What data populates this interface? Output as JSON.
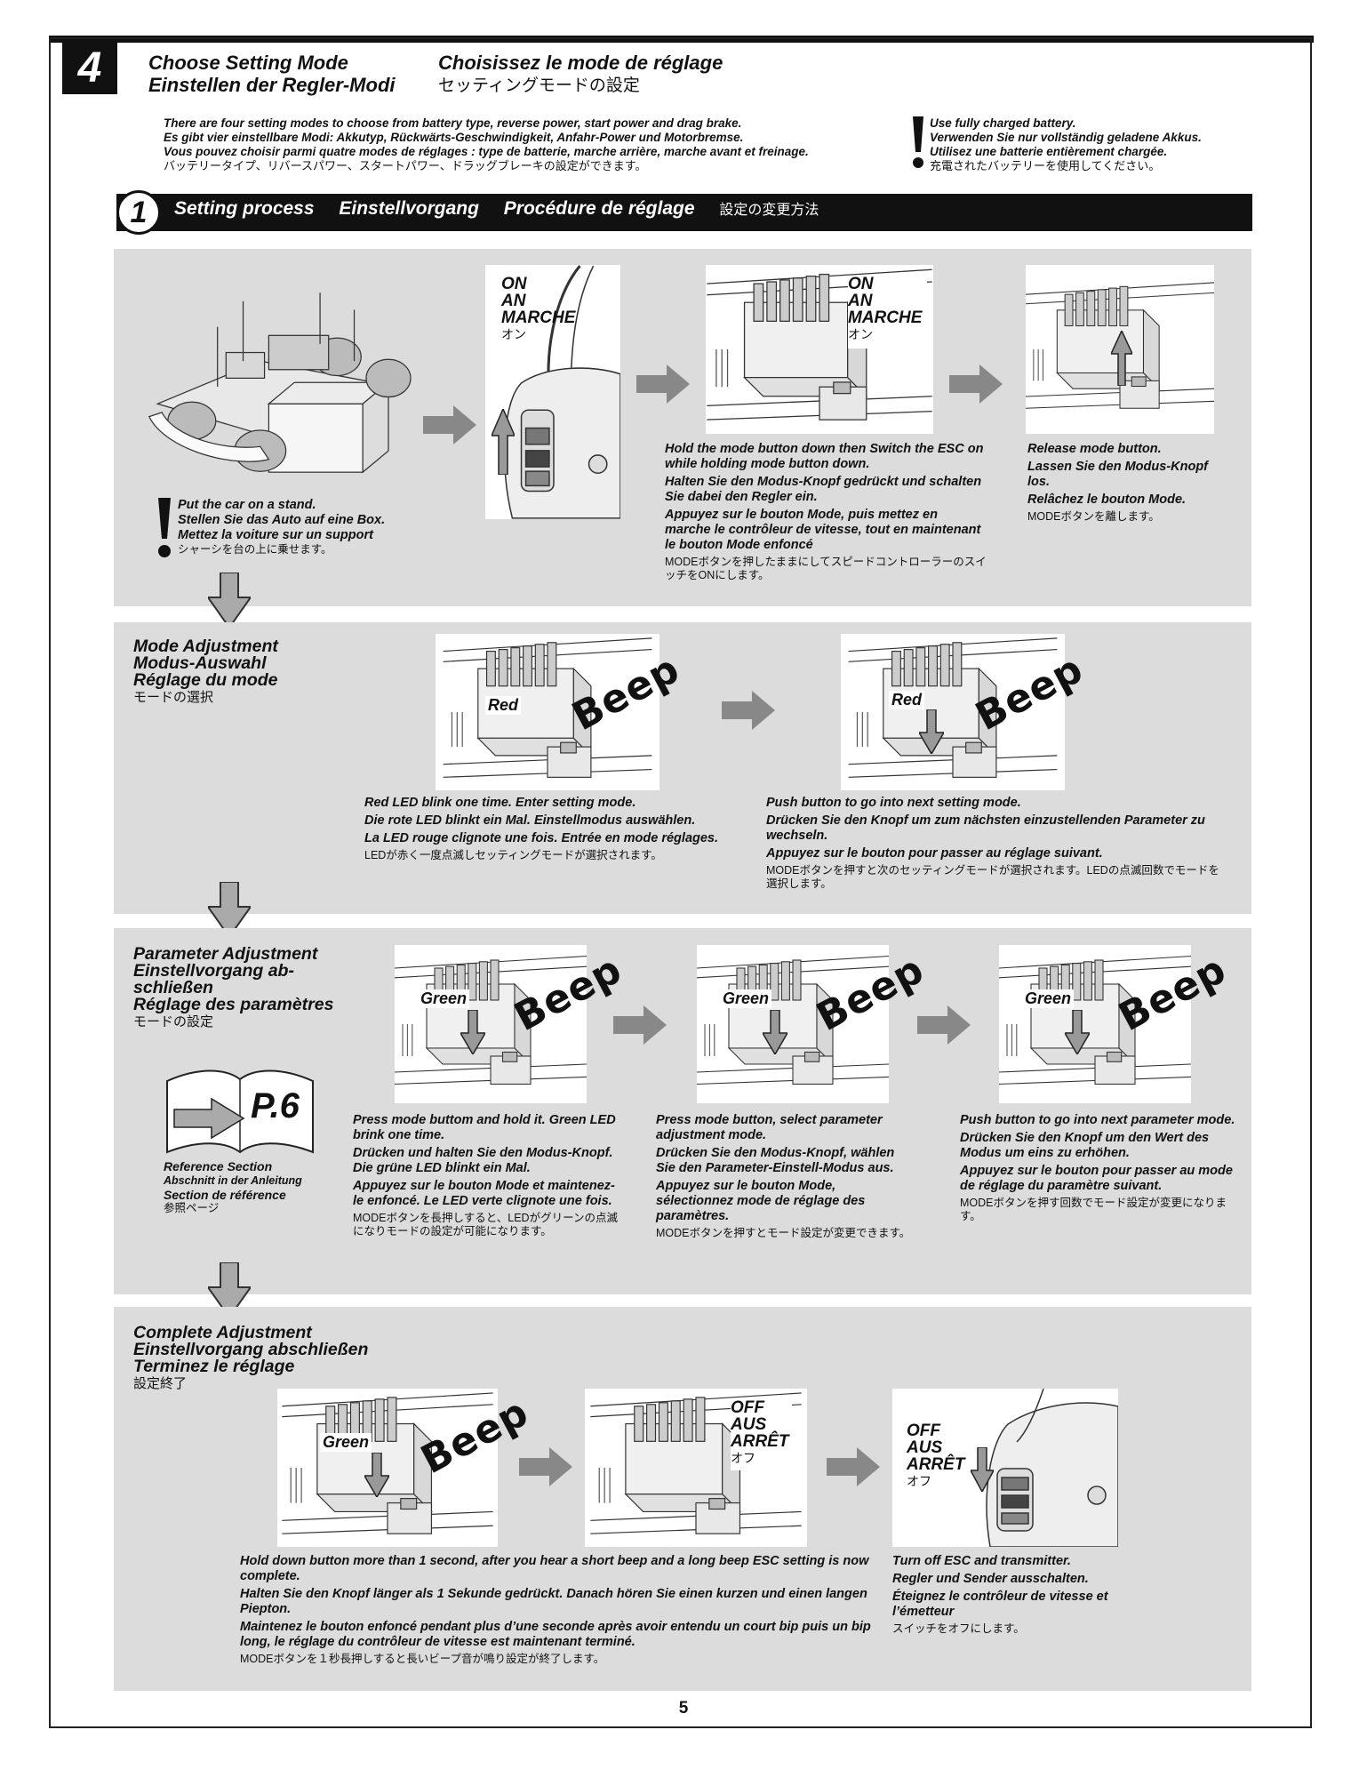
{
  "step_number": "4",
  "header": {
    "en": "Choose Setting Mode",
    "de": "Einstellen der Regler-Modi",
    "fr": "Choisissez le mode de réglage",
    "jp": "セッティングモードの設定"
  },
  "intro": {
    "en": "There are four setting modes to choose from battery type, reverse power, start power and drag brake.",
    "de": "Es gibt vier einstellbare Modi: Akkutyp, Rückwärts-Geschwindigkeit, Anfahr-Power und Motorbremse.",
    "fr": "Vous pouvez choisir parmi quatre modes de réglages : type de batterie, marche arrière, marche avant et freinage.",
    "jp": "バッテリータイプ、リバースパワー、スタートパワー、ドラッグブレーキの設定ができます。"
  },
  "warning": {
    "en": "Use fully charged battery.",
    "de": "Verwenden Sie nur vollständig geladene Akkus.",
    "fr": "Utilisez une batterie entièrement chargée.",
    "jp": "充電されたバッテリーを使用してください。"
  },
  "section": {
    "number": "1",
    "en": "Setting process",
    "de": "Einstellvorgang",
    "fr": "Procédure de réglage",
    "jp": "設定の変更方法"
  },
  "labels": {
    "on": [
      "ON",
      "AN",
      "MARCHE",
      "オン"
    ],
    "off": [
      "OFF",
      "AUS",
      "ARRÊT",
      "オフ"
    ],
    "red": "Red",
    "green": "Green",
    "beep": "Beep",
    "ref_page": "P.6"
  },
  "panel1": {
    "stand": {
      "en": "Put the car on a stand.",
      "de": "Stellen Sie das Auto auf eine Box.",
      "fr": "Mettez la voiture sur un support",
      "jp": "シャーシを台の上に乗せます。"
    },
    "hold": {
      "en": "Hold the mode button down then Switch the ESC on while holding mode button down.",
      "de": "Halten Sie den Modus-Knopf gedrückt und schalten Sie dabei den Regler ein.",
      "fr": "Appuyez sur le bouton Mode, puis mettez en marche le contrôleur de vitesse, tout en maintenant le bouton Mode enfoncé",
      "jp": "MODEボタンを押したままにしてスピードコントローラーのスイッチをONにします。"
    },
    "release": {
      "en": "Release mode button.",
      "de": "Lassen Sie den Modus-Knopf los.",
      "fr": "Relâchez le bouton Mode.",
      "jp": "MODEボタンを離します。"
    }
  },
  "panel2": {
    "title": {
      "en": "Mode Adjustment",
      "de": "Modus-Auswahl",
      "fr": "Réglage du mode",
      "jp": "モードの選択"
    },
    "a": {
      "en": "Red LED blink one time. Enter setting mode.",
      "de": "Die rote LED blinkt ein Mal. Einstellmodus auswählen.",
      "fr": "La LED rouge clignote une fois. Entrée en mode réglages.",
      "jp": "LEDが赤く一度点滅しセッティングモードが選択されます。"
    },
    "b": {
      "en": "Push button to go into next setting mode.",
      "de": "Drücken Sie den Knopf um zum nächsten einzustellenden Parameter zu wechseln.",
      "fr": "Appuyez sur le bouton pour passer au réglage suivant.",
      "jp": "MODEボタンを押すと次のセッティングモードが選択されます。LEDの点滅回数でモードを選択します。"
    }
  },
  "panel3": {
    "title": {
      "en": "Parameter Adjustment",
      "de": "Einstellvorgang ab-schließen",
      "fr": "Réglage des paramètres",
      "jp": "モードの設定"
    },
    "ref": {
      "en": "Reference Section",
      "de": "Abschnitt in der Anleitung",
      "fr": "Section de référence",
      "jp": "参照ページ"
    },
    "a": {
      "en": "Press mode buttom and hold it. Green LED brink one time.",
      "de": "Drücken und halten Sie den Modus-Knopf. Die grüne LED blinkt ein Mal.",
      "fr": "Appuyez sur le bouton Mode et maintenez-le enfoncé. Le LED verte clignote une fois.",
      "jp": "MODEボタンを長押しすると、LEDがグリーンの点滅になりモードの設定が可能になります。"
    },
    "b": {
      "en": "Press mode button, select parameter adjustment mode.",
      "de": "Drücken Sie den Modus-Knopf, wählen Sie den Parameter-Einstell-Modus aus.",
      "fr": "Appuyez sur le bouton Mode, sélectionnez mode de réglage des paramètres.",
      "jp": "MODEボタンを押すとモード設定が変更できます。"
    },
    "c": {
      "en": "Push button to go into next parameter mode.",
      "de": "Drücken Sie den Knopf um den Wert des Modus um eins zu erhöhen.",
      "fr": "Appuyez sur le bouton pour passer au mode de réglage du paramètre suivant.",
      "jp": "MODEボタンを押す回数でモード設定が変更になります。"
    }
  },
  "panel4": {
    "title": {
      "en": "Complete Adjustment",
      "de": "Einstellvorgang abschließen",
      "fr": "Terminez le réglage",
      "jp": "設定終了"
    },
    "a": {
      "en": "Hold down button more than 1 second, after you hear a short beep and a long beep ESC setting is now complete.",
      "de": "Halten Sie den Knopf länger als 1 Sekunde gedrückt. Danach hören Sie einen kurzen und einen langen Piepton.",
      "fr": "Maintenez le bouton enfoncé pendant plus d’une seconde après avoir entendu un court bip puis un bip long, le réglage du contrôleur de vitesse est maintenant terminé.",
      "jp": "MODEボタンを１秒長押しすると長いビープ音が鳴り設定が終了します。"
    },
    "b": {
      "en": "Turn off ESC and transmitter.",
      "de": "Regler und Sender ausschalten.",
      "fr": "Éteignez le contrôleur de vitesse et l’émetteur",
      "jp": "スイッチをオフにします。"
    }
  },
  "page_number": "5"
}
